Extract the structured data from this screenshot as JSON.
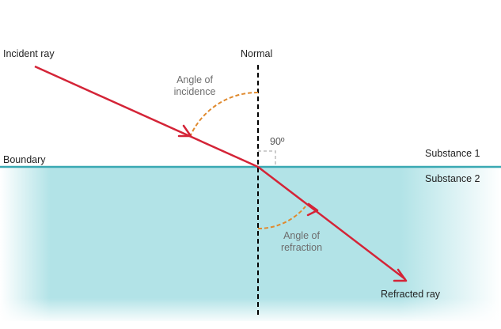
{
  "labels": {
    "incident_ray": "Incident ray",
    "normal": "Normal",
    "angle_of_incidence": "Angle of incidence",
    "right_angle": "90º",
    "boundary": "Boundary",
    "substance_1": "Substance 1",
    "substance_2": "Substance 2",
    "angle_of_refraction": "Angle of refraction",
    "refracted_ray": "Refracted ray"
  },
  "colors": {
    "ray": "#d42437",
    "angle_arc": "#e08a2e",
    "boundary_line": "#3aa9b3",
    "substance_2_fill": "#b2e3e7",
    "normal_line": "#000000",
    "right_angle_marker": "#bdbdbd"
  }
}
